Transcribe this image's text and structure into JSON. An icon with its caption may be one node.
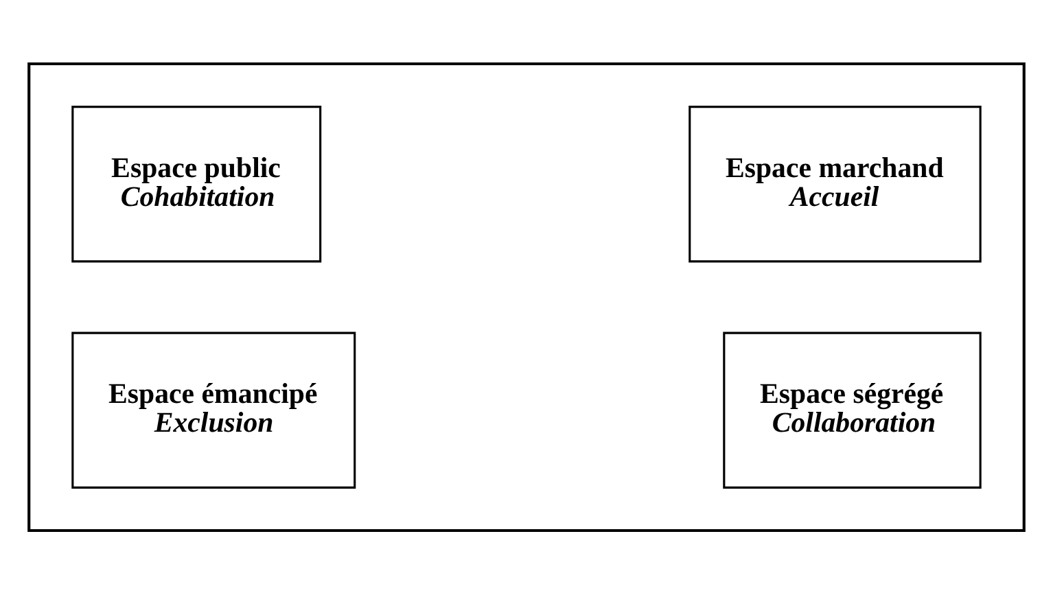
{
  "diagram": {
    "nodes": [
      {
        "text": [],
        "shape": "box"
      },
      {
        "text": [
          "Espace public",
          "Cohabitation"
        ],
        "in": 0
      },
      {
        "text": [
          "Espace marchand",
          "Accueil"
        ],
        "in": 0
      },
      {
        "text": [
          "Espace émancipé",
          "Exclusion"
        ],
        "in": 0
      },
      {
        "text": [
          "Espace ségrégé",
          "Collaboration"
        ],
        "in": 0
      }
    ],
    "edges": []
  }
}
